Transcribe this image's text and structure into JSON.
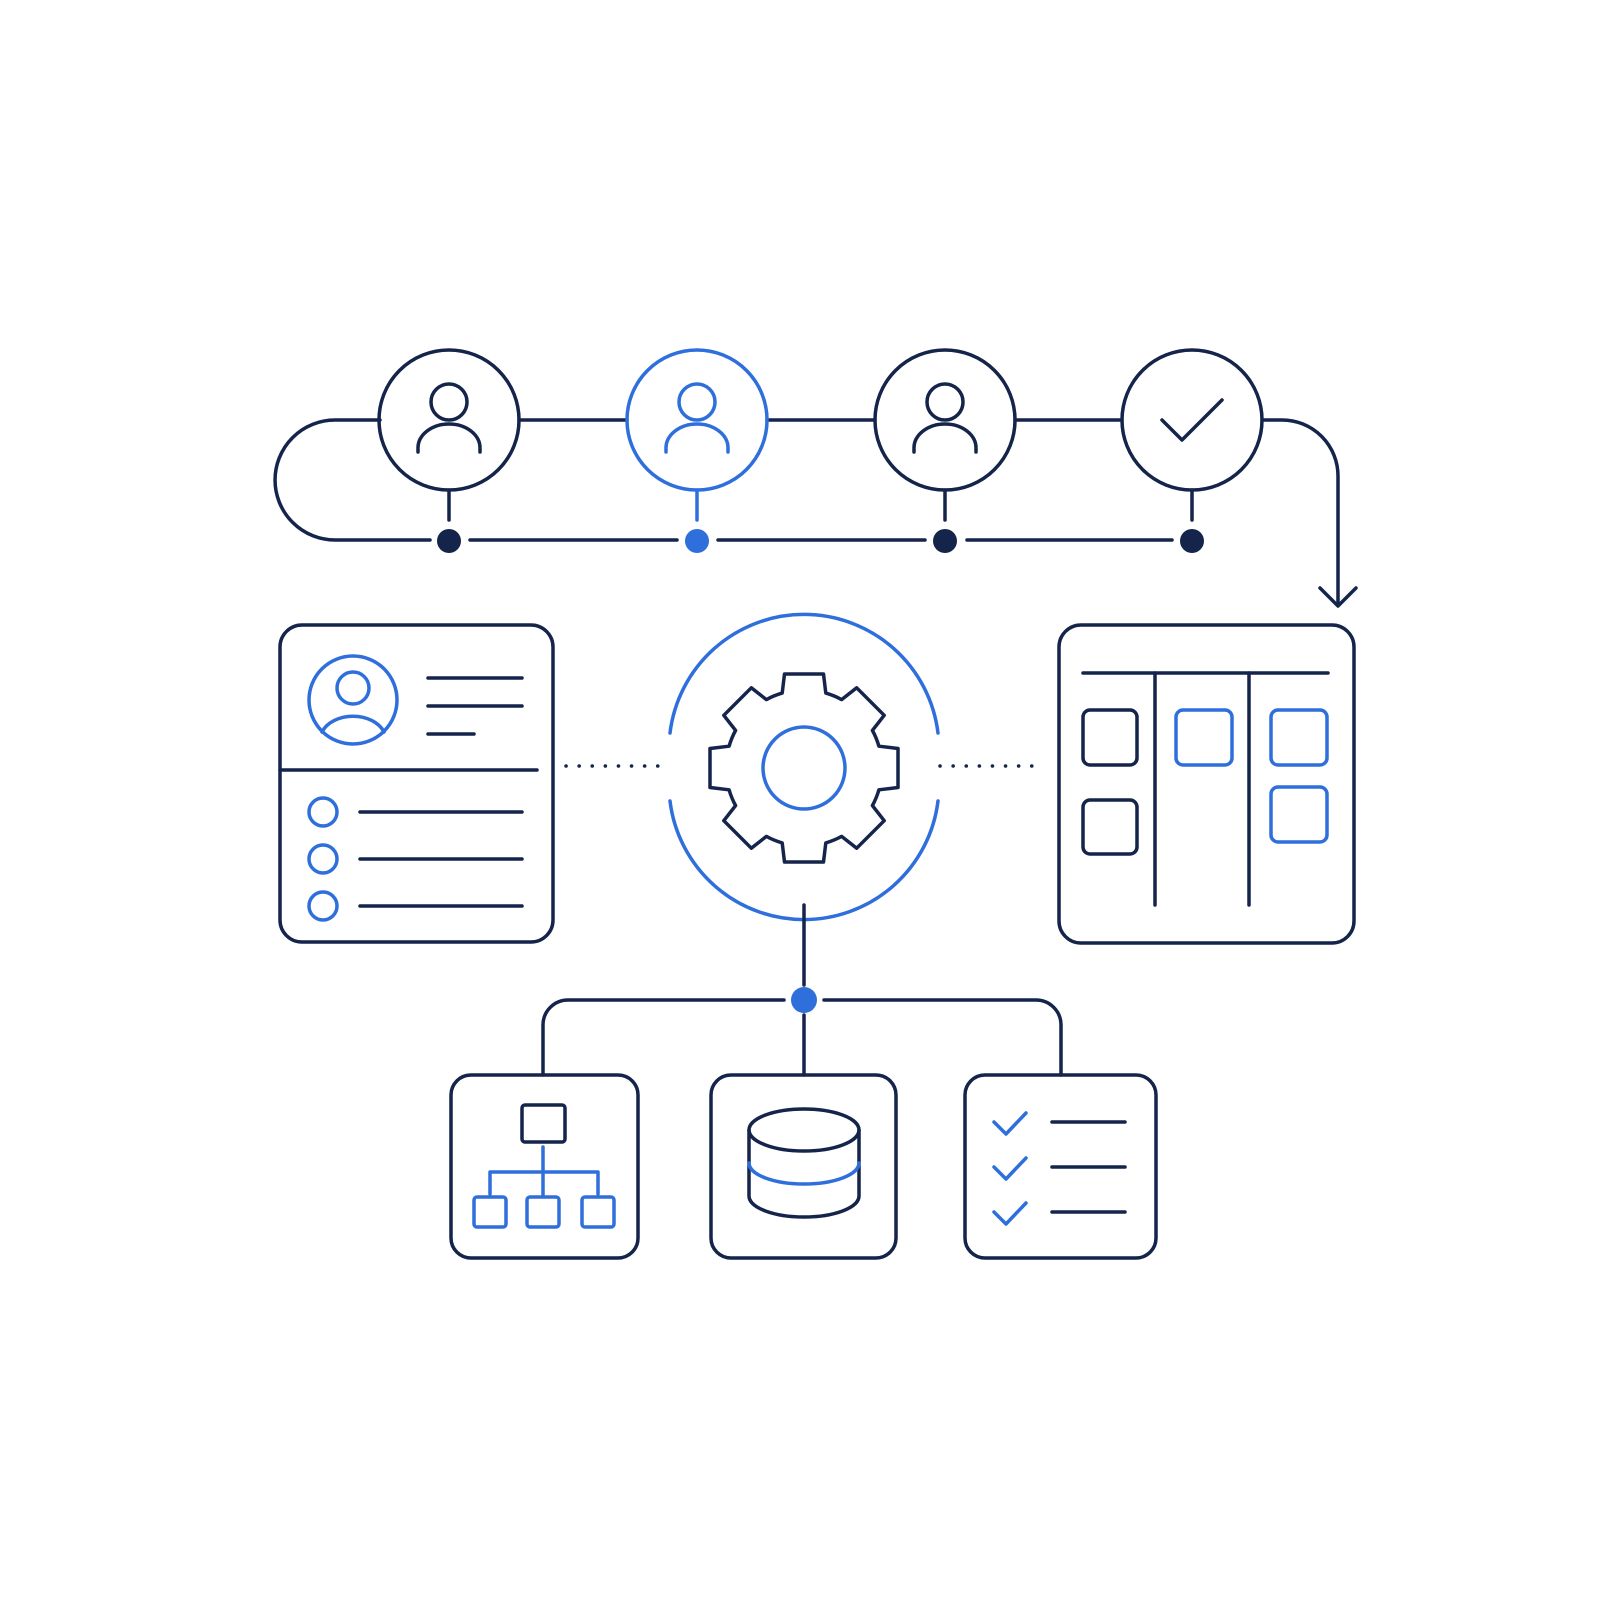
{
  "colors": {
    "navy": "#14244a",
    "accent": "#2f6fdc",
    "background": "#ffffff"
  },
  "workflow": {
    "steps": [
      {
        "icon": "user-icon",
        "state": "done"
      },
      {
        "icon": "user-icon",
        "state": "active"
      },
      {
        "icon": "user-icon",
        "state": "pending"
      },
      {
        "icon": "check-icon",
        "state": "complete"
      }
    ]
  },
  "profile_card": {
    "list_items": 3,
    "header_lines": 3
  },
  "hub": {
    "icon": "gear-icon"
  },
  "kanban_board": {
    "columns": 3,
    "highlighted_cards": 3
  },
  "tools": [
    {
      "icon": "org-chart-icon"
    },
    {
      "icon": "database-icon"
    },
    {
      "icon": "checklist-icon"
    }
  ]
}
